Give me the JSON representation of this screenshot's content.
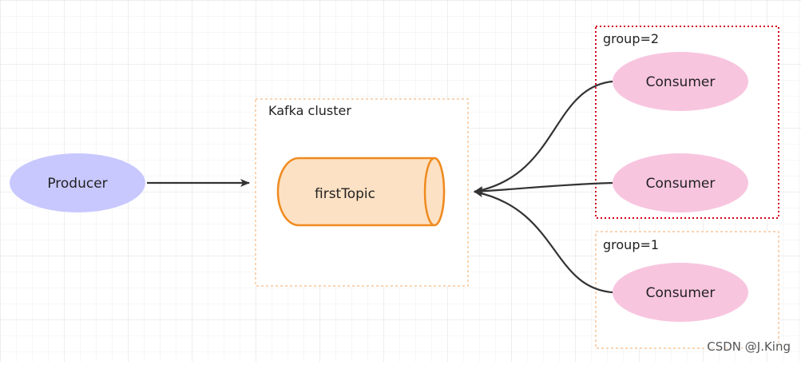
{
  "diagram": {
    "producer": {
      "label": "Producer",
      "fill": "#c8c8ff"
    },
    "cluster": {
      "label": "Kafka cluster",
      "border_color": "#f7c69a",
      "topic": {
        "label": "firstTopic",
        "fill": "#fde1c4",
        "stroke": "#f08a1e"
      }
    },
    "groups": [
      {
        "label": "group=2",
        "border_color": "#d0021b",
        "consumers": [
          {
            "label": "Consumer"
          },
          {
            "label": "Consumer"
          }
        ]
      },
      {
        "label": "group=1",
        "border_color": "#f7c69a",
        "consumers": [
          {
            "label": "Consumer"
          }
        ]
      }
    ],
    "consumer_fill": "#f8c5df",
    "arrow_color": "#333333",
    "grid_color": "#e6e6e6"
  },
  "watermark": "CSDN @J.King"
}
